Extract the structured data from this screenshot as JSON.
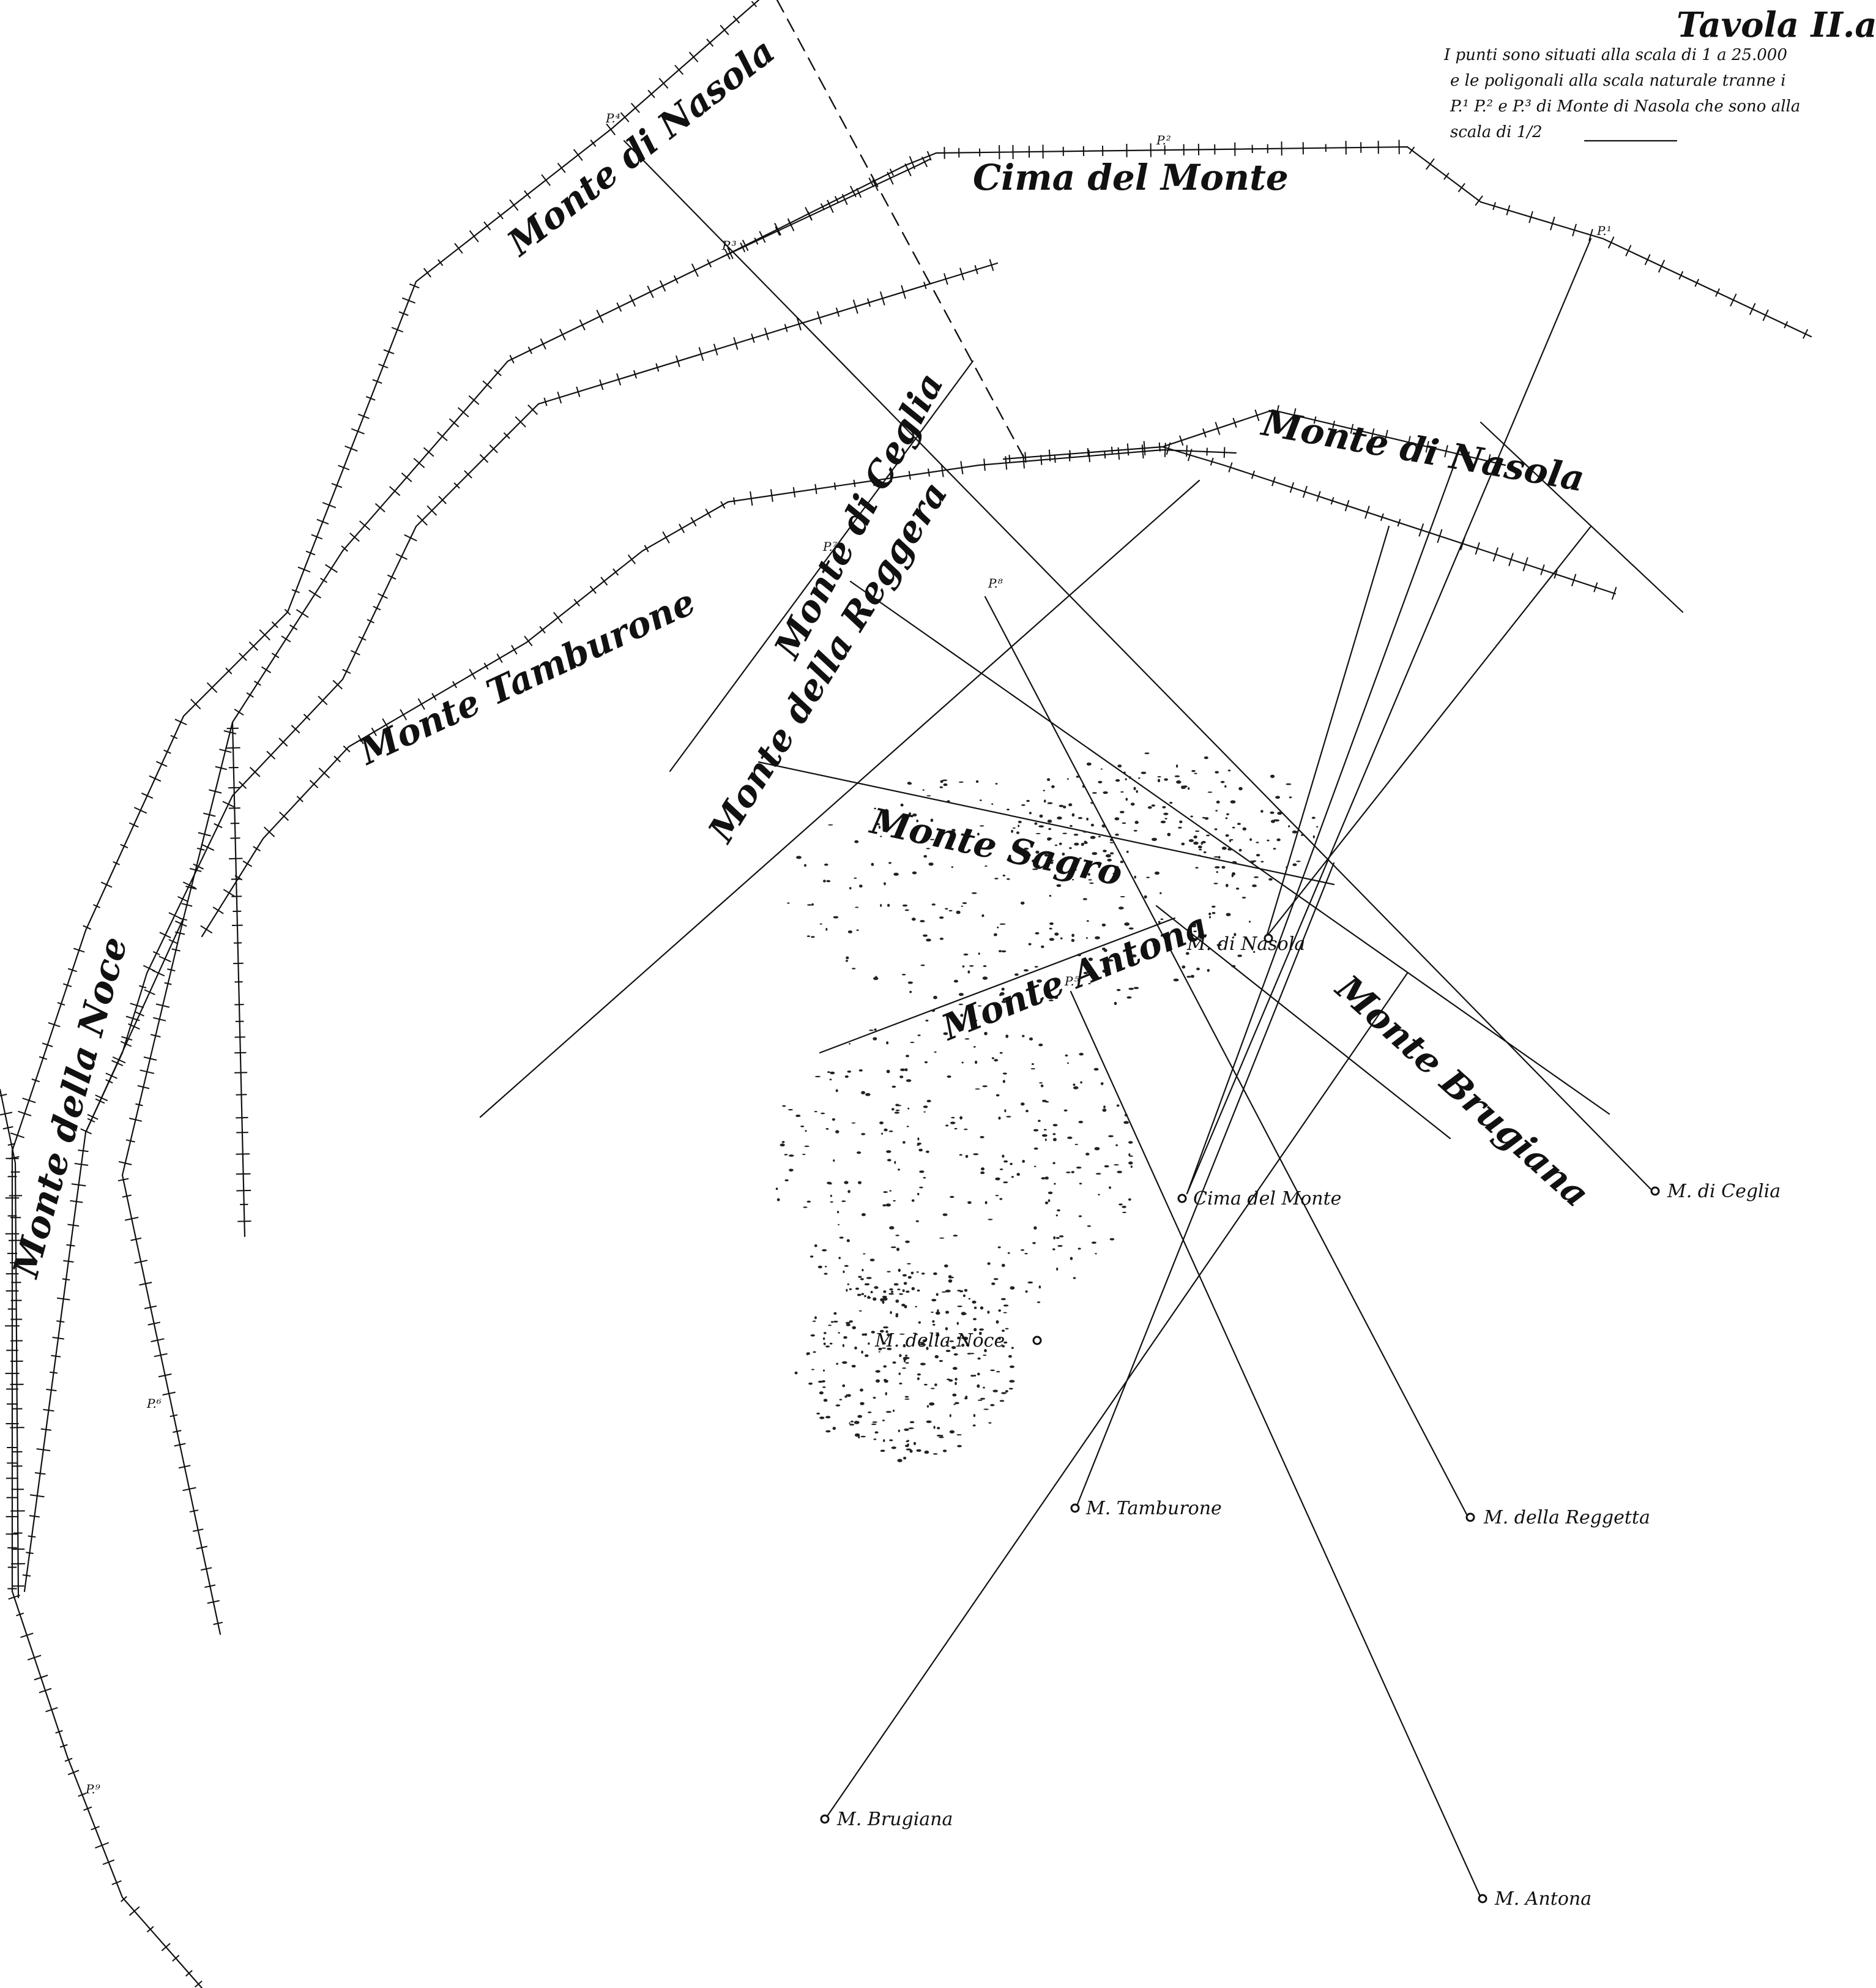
{
  "header": {
    "title": "Tavola II.a",
    "note_lines": [
      "I punti sono situati alla scala di 1 a 25.000",
      "e le poligonali alla scala naturale tranne i",
      "P.¹ P.² e P.³ di Monte di Nasola che sono alla",
      "scala di 1/2"
    ]
  },
  "polygon_labels": [
    "Monte di Nasola",
    "Cima del Monte",
    "Monte di Nasola",
    "Monte di Ceglia",
    "Monte Tamburone",
    "Monte della Reggera",
    "Monte Sagro",
    "Monte Antona",
    "Monte Brugiana",
    "Monte della Noce"
  ],
  "stations": [
    "M. di Nasola",
    "M. di Ceglia",
    "Cima del Monte",
    "M. della Noce",
    "M. Tamburone",
    "M. della Reggetta",
    "M. Brugiana",
    "M. Antona"
  ],
  "point_marks": [
    "P.¹",
    "P.²",
    "P.³",
    "P.⁴",
    "P.⁵",
    "P.⁶",
    "P.⁷",
    "P.⁸",
    "P.⁹"
  ]
}
